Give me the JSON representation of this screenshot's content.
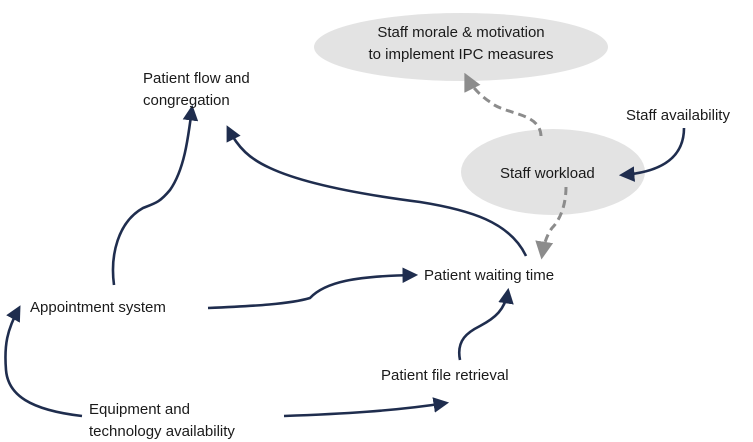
{
  "nodes": {
    "morale": {
      "lines": [
        "Staff morale & motivation",
        "to implement IPC measures"
      ]
    },
    "patient_flow": {
      "lines": [
        "Patient flow and",
        "congregation"
      ]
    },
    "staff_availability": {
      "label": "Staff availability"
    },
    "staff_workload": {
      "label": "Staff workload"
    },
    "patient_waiting_time": {
      "label": "Patient waiting time"
    },
    "appointment_system": {
      "label": "Appointment system"
    },
    "patient_file_retrieval": {
      "label": "Patient file retrieval"
    },
    "equipment": {
      "lines": [
        "Equipment and",
        "technology availability"
      ]
    }
  },
  "colors": {
    "solid_arrow": "#1f2d4e",
    "dashed_arrow": "#8c8c8c",
    "ellipse_fill": "#e3e3e3",
    "text": "#1a1a1a"
  }
}
